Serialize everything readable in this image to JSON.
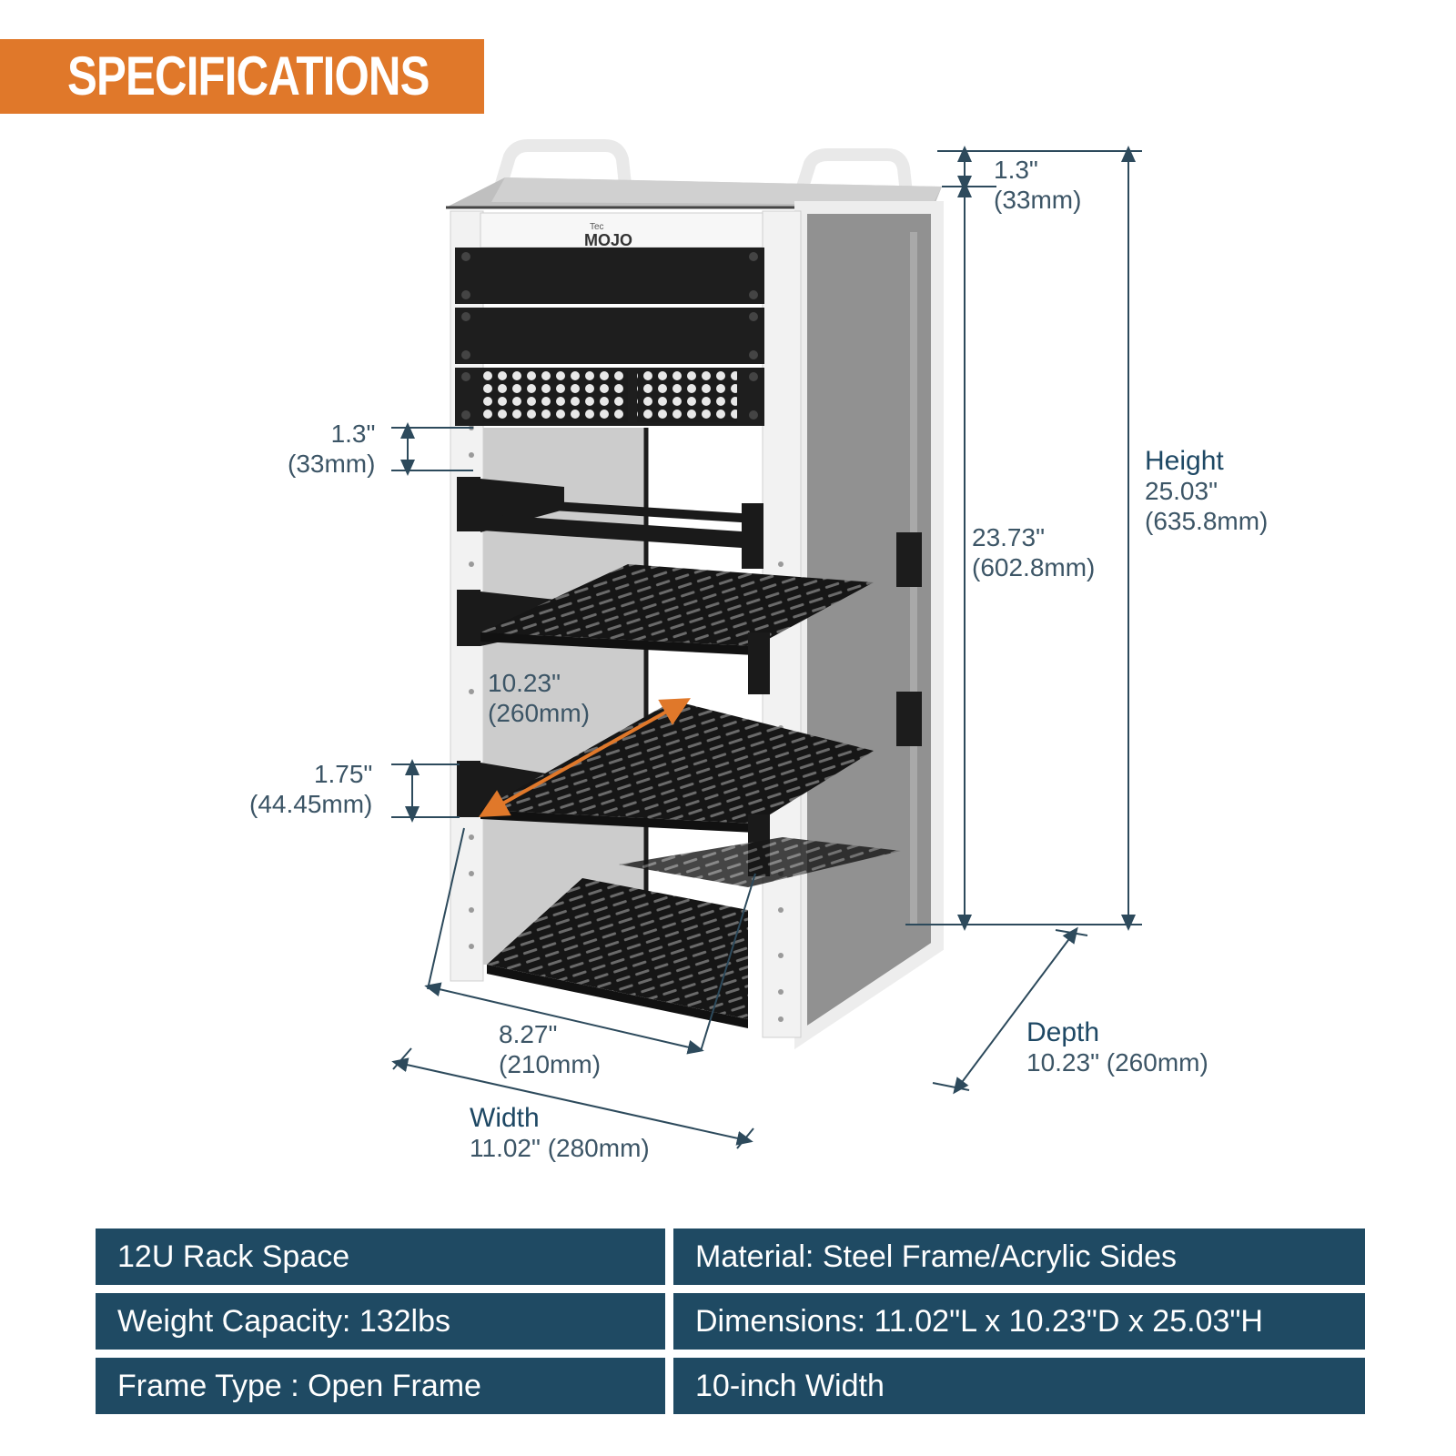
{
  "header": {
    "title": "SPECIFICATIONS"
  },
  "brand": {
    "small": "Tec",
    "name": "MOJO"
  },
  "dimensions": {
    "top_gap": {
      "imperial": "1.3\"",
      "metric": "(33mm)"
    },
    "inner_height": {
      "imperial": "23.73\"",
      "metric": "(602.8mm)"
    },
    "height": {
      "label": "Height",
      "imperial": "25.03\"",
      "metric": "(635.8mm)"
    },
    "left_gap": {
      "imperial": "1.3\"",
      "metric": "(33mm)"
    },
    "shelf_depth": {
      "imperial": "10.23\"",
      "metric": "(260mm)"
    },
    "unit_height": {
      "imperial": "1.75\"",
      "metric": "(44.45mm)"
    },
    "inner_width": {
      "imperial": "8.27\"",
      "metric": "(210mm)"
    },
    "width": {
      "label": "Width",
      "value": "11.02\" (280mm)"
    },
    "depth": {
      "label": "Depth",
      "value": "10.23\" (260mm)"
    }
  },
  "specs": [
    {
      "left": "12U Rack Space",
      "right": "Material: Steel Frame/Acrylic Sides"
    },
    {
      "left": "Weight Capacity: 132lbs",
      "right": "Dimensions: 11.02\"L x 10.23\"D x 25.03\"H"
    },
    {
      "left": "Frame Type : Open Frame",
      "right": "10-inch Width"
    }
  ],
  "colors": {
    "accent": "#e0782a",
    "table_bg": "#1f4a63",
    "dim_text": "#3c5566",
    "dim_line": "#2d4a5c"
  }
}
